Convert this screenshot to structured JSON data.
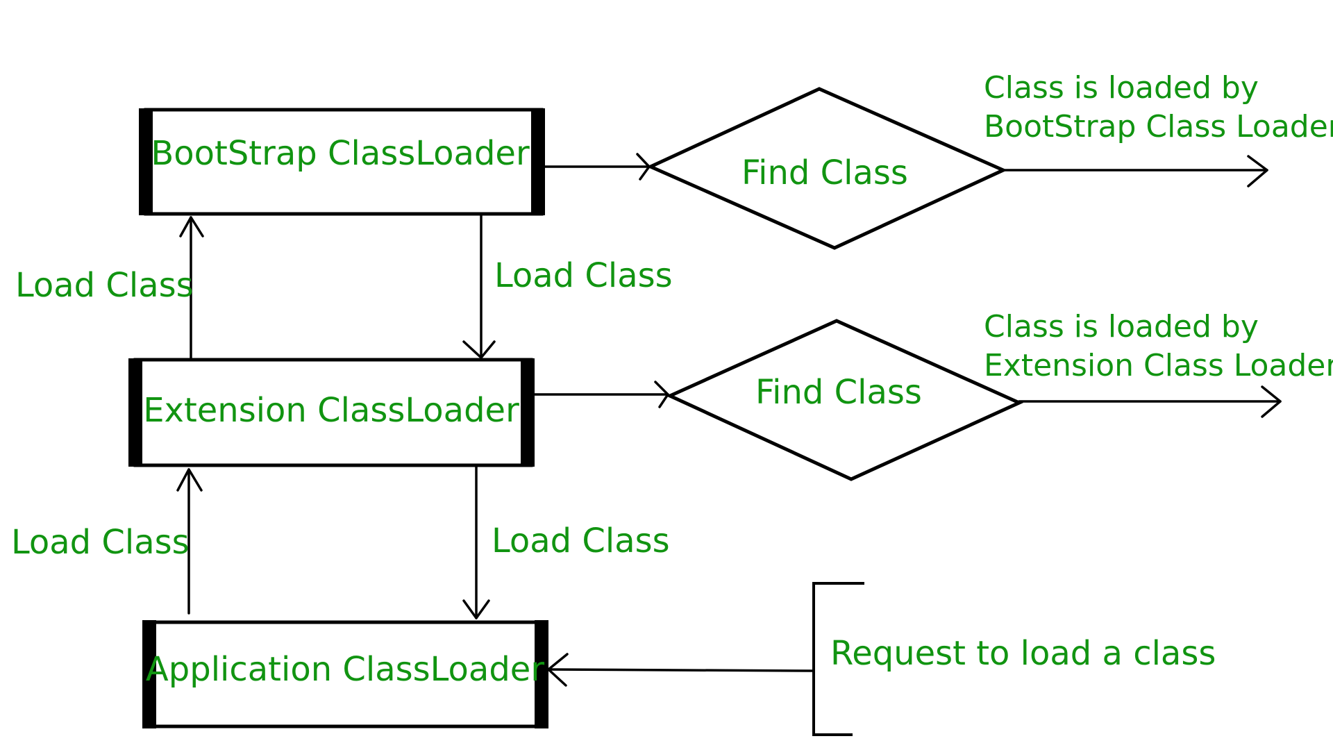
{
  "colors": {
    "label_text": "#119411",
    "stroke": "#000000",
    "background": "#ffffff"
  },
  "nodes": {
    "bootstrap": {
      "label": "BootStrap ClassLoader"
    },
    "extension": {
      "label": "Extension ClassLoader"
    },
    "application": {
      "label": "Application ClassLoader"
    },
    "find_top": {
      "label": "Find Class"
    },
    "find_mid": {
      "label": "Find Class"
    }
  },
  "edges": {
    "ext_to_boot": {
      "label": "Load Class"
    },
    "boot_to_ext": {
      "label": "Load Class"
    },
    "app_to_ext": {
      "label": "Load Class"
    },
    "ext_to_app": {
      "label": "Load Class"
    }
  },
  "outcomes": {
    "bootstrap": {
      "line1": "Class is loaded by",
      "line2": "BootStrap Class Loader"
    },
    "extension": {
      "line1": "Class is loaded by",
      "line2": "Extension Class Loader"
    }
  },
  "request": {
    "label": "Request to load a class"
  }
}
